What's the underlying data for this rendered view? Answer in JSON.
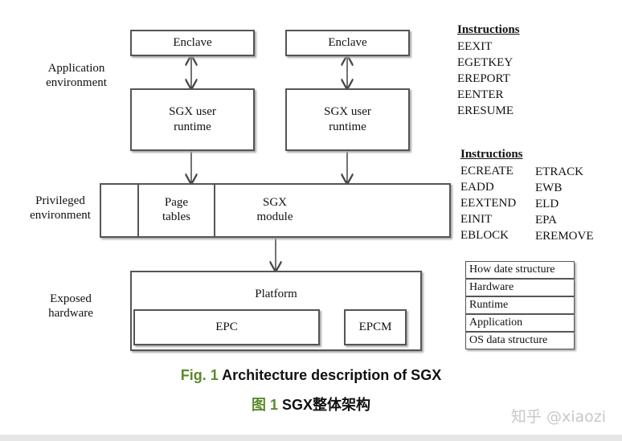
{
  "diagram": {
    "layers": {
      "application": "Application\nenvironment",
      "privileged": "Privileged\nenvironment",
      "hardware": "Exposed\nhardware"
    },
    "enclave_left": "Enclave",
    "enclave_right": "Enclave",
    "runtime_left": "SGX user\nruntime",
    "runtime_right": "SGX user\nruntime",
    "page_tables": "Page\ntables",
    "sgx_module": "SGX\nmodule",
    "platform": "Platform",
    "epc": "EPC",
    "epcm": "EPCM"
  },
  "user_instructions": {
    "heading": "Instructions",
    "items": [
      "EEXIT",
      "EGETKEY",
      "EREPORT",
      "EENTER",
      "ERESUME"
    ]
  },
  "priv_instructions": {
    "heading": "Instructions",
    "col1": [
      "ECREATE",
      "EADD",
      "EEXTEND",
      "EINIT",
      "EBLOCK"
    ],
    "col2": [
      "ETRACK",
      "EWB",
      "ELD",
      "EPA",
      "EREMOVE"
    ]
  },
  "legend": [
    "How date structure",
    "Hardware",
    "Runtime",
    "Application",
    "OS data structure"
  ],
  "caption": {
    "en_prefix": "Fig. 1",
    "en_text": " Architecture description of SGX",
    "zh_prefix": "图 1",
    "zh_text": " SGX整体架构",
    "prefix_color": "#5a8a2a"
  },
  "watermark": "知乎 @xiaozi"
}
